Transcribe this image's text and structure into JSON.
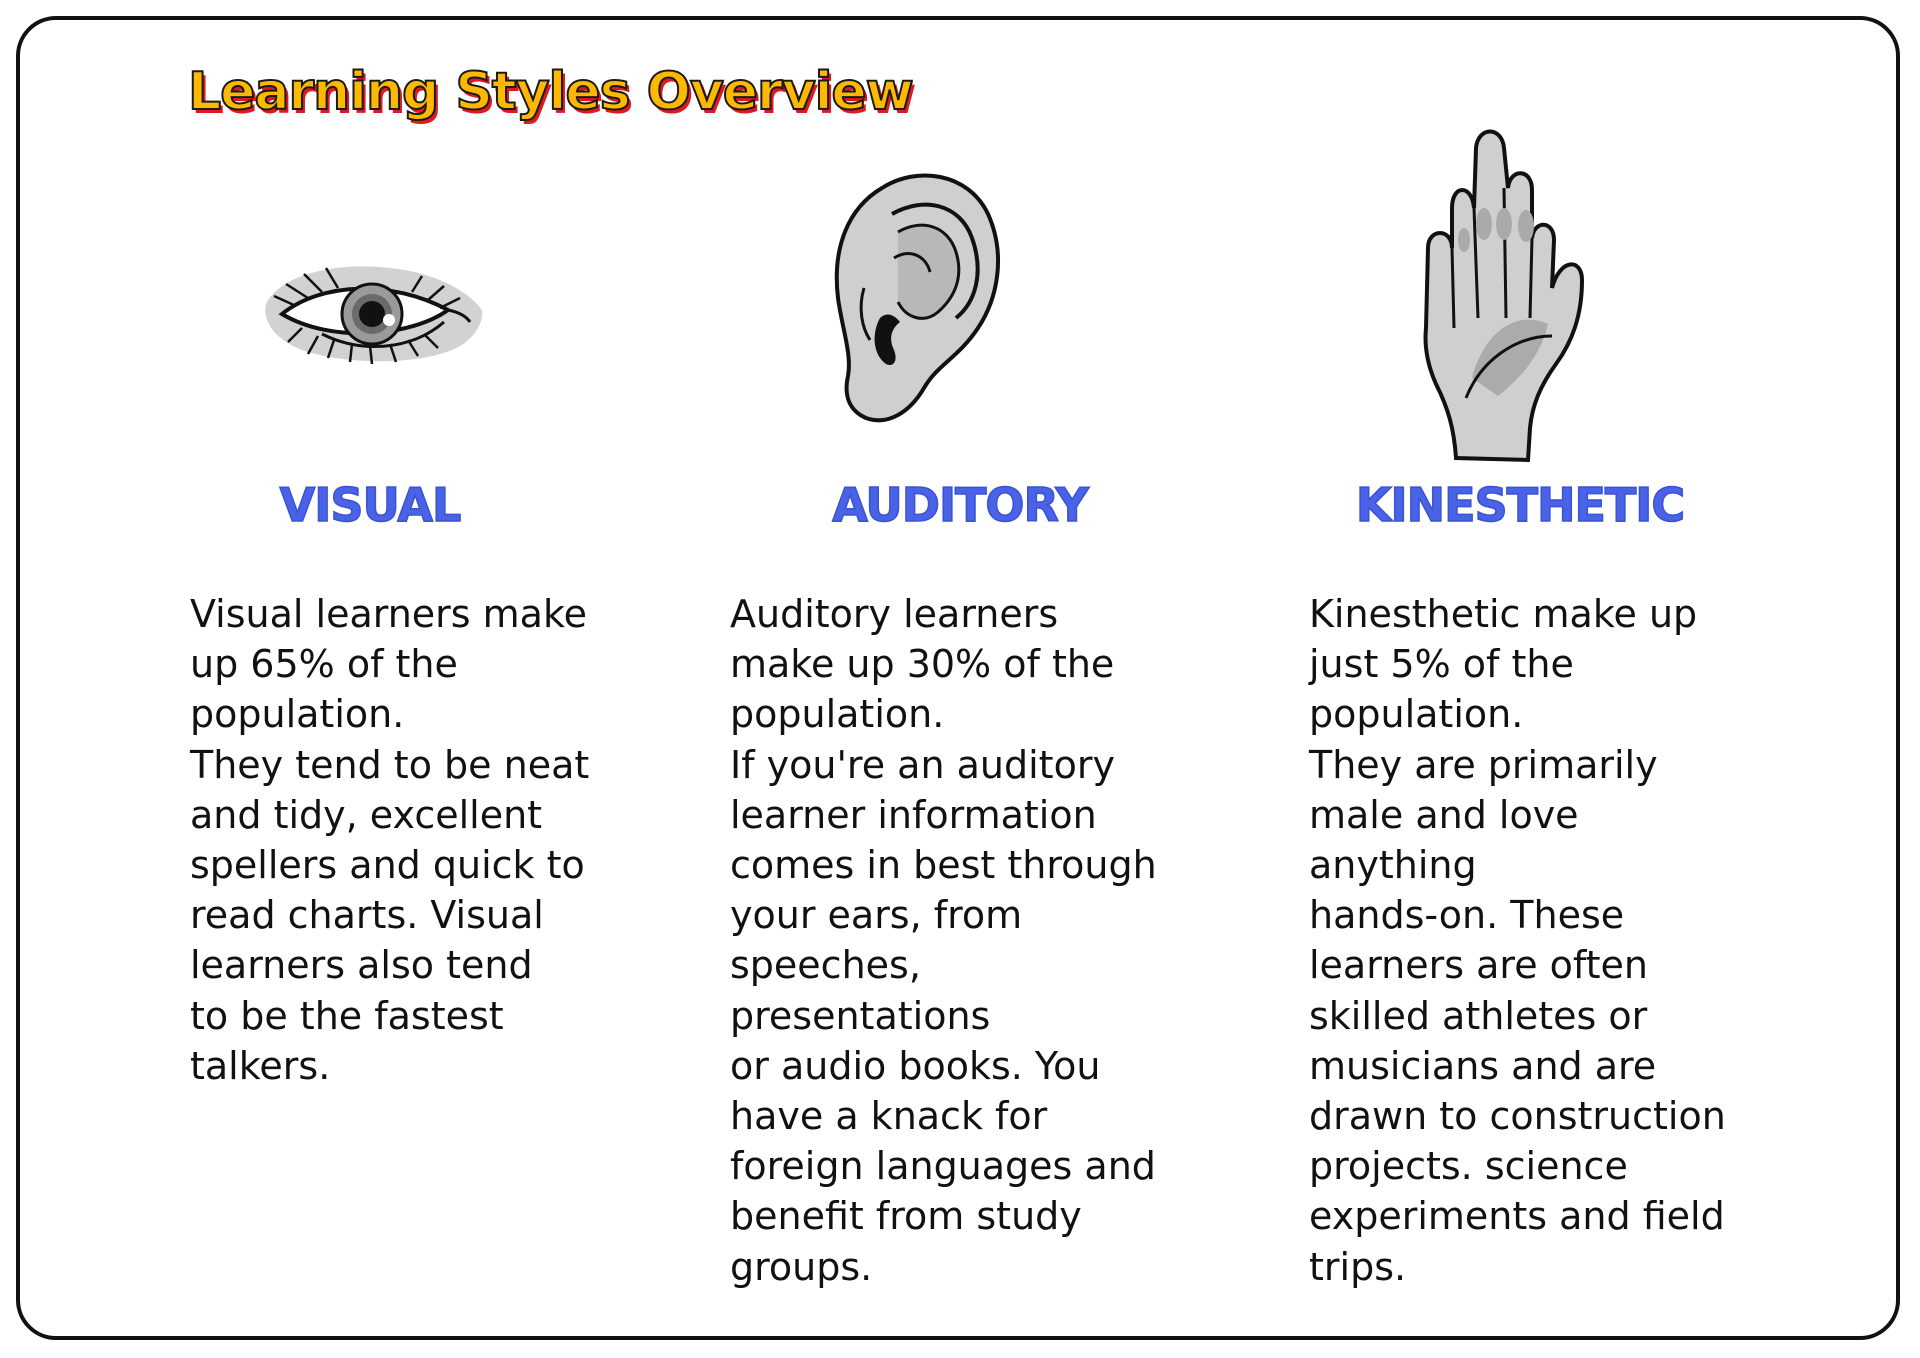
{
  "page": {
    "title": "Learning Styles Overview"
  },
  "styles": [
    {
      "heading": "VISUAL",
      "icon": "eye-icon",
      "description": "Visual learners make\nup 65% of the\npopulation.\nThey tend to be neat\nand tidy, excellent\nspellers and quick to\nread charts. Visual\nlearners also tend\nto be the fastest\ntalkers."
    },
    {
      "heading": "AUDITORY",
      "icon": "ear-icon",
      "description": "Auditory learners\nmake up 30% of the\npopulation.\nIf you're an auditory\nlearner information\ncomes in best through\nyour ears, from\nspeeches,\npresentations\nor audio books. You\nhave a knack for\nforeign languages and\nbenefit from study\ngroups."
    },
    {
      "heading": "KINESTHETIC",
      "icon": "hand-icon",
      "description": "Kinesthetic make up\njust 5% of the\npopulation.\nThey are primarily\nmale and love\nanything\nhands-on. These\nlearners are often\nskilled athletes or\nmusicians and are\ndrawn to construction\nprojects. science\nexperiments and field\ntrips."
    }
  ],
  "colors": {
    "title_fill": "#ffb800",
    "title_shadow": "#e0181f",
    "heading": "#4a63e6",
    "text": "#111111",
    "icon_gray": "#c8c8c8",
    "icon_dark_gray": "#a8a8a8"
  }
}
